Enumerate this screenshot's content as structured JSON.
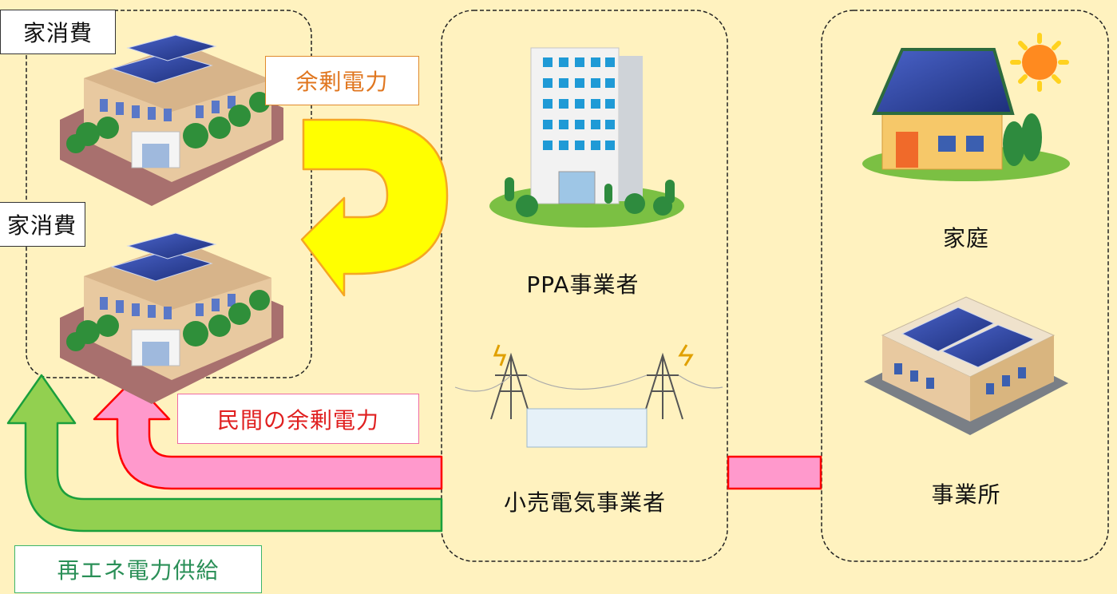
{
  "labels": {
    "self_consumption_top": "家消費",
    "self_consumption_bottom": "家消費",
    "surplus_power": "余剰電力",
    "ppa_operator": "PPA事業者",
    "household": "家庭",
    "office": "事業所",
    "private_surplus": "民間の余剰電力",
    "retail_operator": "小売電気事業者",
    "renewable_supply": "再エネ電力供給"
  },
  "colors": {
    "background": "#fff2bf",
    "yellow_arrow": "#ffff00",
    "yellow_outline": "#f5a623",
    "pink_arrow": "#ff99cc",
    "pink_outline": "#ff0000",
    "green_arrow": "#92d050",
    "green_outline": "#1a9f3c"
  }
}
